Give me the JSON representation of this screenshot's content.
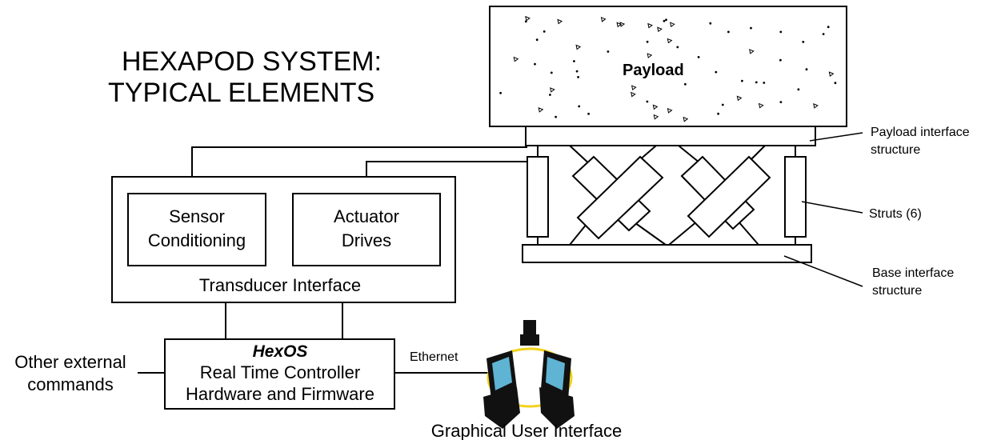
{
  "title": {
    "line1": "HEXAPOD SYSTEM:",
    "line2": "TYPICAL ELEMENTS"
  },
  "payload": {
    "label": "Payload"
  },
  "callouts": {
    "payload_interface": [
      "Payload interface",
      "structure"
    ],
    "struts": "Struts (6)",
    "base_interface": [
      "Base interface",
      "structure"
    ]
  },
  "transducer": {
    "sensor": [
      "Sensor",
      "Conditioning"
    ],
    "actuator": [
      "Actuator",
      "Drives"
    ],
    "label": "Transducer Interface"
  },
  "controller": {
    "brand": "HexOS",
    "line1": "Real Time Controller",
    "line2": "Hardware and Firmware"
  },
  "external": [
    "Other external",
    "commands"
  ],
  "link_label": "Ethernet",
  "gui_label": "Graphical User Interface",
  "colors": {
    "line": "#000000",
    "monitor_screen": "#5fb3d3",
    "cable": "#f2d31a"
  }
}
